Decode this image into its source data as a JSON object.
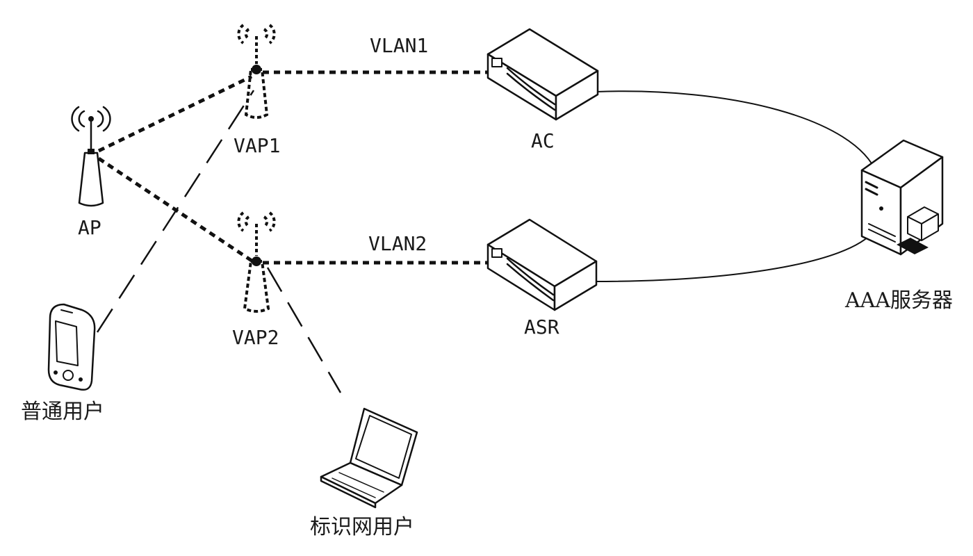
{
  "nodes": {
    "ap": {
      "label": "AP"
    },
    "vap1": {
      "label": "VAP1"
    },
    "vap2": {
      "label": "VAP2"
    },
    "ac": {
      "label": "AC"
    },
    "asr": {
      "label": "ASR"
    },
    "aaa": {
      "label": "AAA服务器"
    },
    "normal_user": {
      "label": "普通用户"
    },
    "id_user": {
      "label": "标识网用户"
    }
  },
  "links": {
    "vlan1": {
      "label": "VLAN1"
    },
    "vlan2": {
      "label": "VLAN2"
    }
  }
}
